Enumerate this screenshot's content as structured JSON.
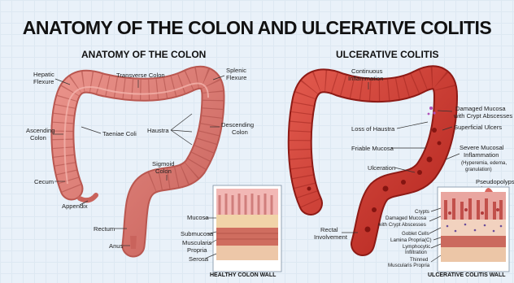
{
  "title": "ANATOMY OF THE COLON AND ULCERATIVE COLITIS",
  "left": {
    "heading": "ANATOMY OF THE COLON",
    "labels": {
      "hepatic": [
        "Hepatic",
        "Flexure"
      ],
      "transverse": "Transverse Colon",
      "splenic": [
        "Splenic",
        "Flexure"
      ],
      "ascending": [
        "Ascending",
        "Colon"
      ],
      "taeniae": "Taeniae Coli",
      "haustra": "Haustra",
      "descending": [
        "Descending",
        "Colon"
      ],
      "sigmoid": [
        "Sigmoid",
        "Colon"
      ],
      "cecum": "Cecum",
      "appendix": "Appendix",
      "rectum": "Rectum",
      "anus": "Anus"
    },
    "wall": {
      "caption": "HEALTHY COLON WALL",
      "layers": [
        "Mucosa",
        "Submucosa",
        [
          "Muscularis",
          "Propria"
        ],
        "Serosa"
      ]
    }
  },
  "right": {
    "heading": "ULCERATIVE COLITIS",
    "labels": {
      "continuous": [
        "Continuous",
        "Inflammation"
      ],
      "damaged": [
        "Damaged Mucosa",
        "with Crypt Abscesses"
      ],
      "loss": "Loss of Haustra",
      "superficial": "Superficial Ulcers",
      "friable": "Friable Mucosa",
      "ulceration": "Ulceration",
      "severe": [
        "Severe Mucosal",
        "Inflammation",
        "(Hyperemia, edema,",
        "granulation)"
      ],
      "pseudo": "Pseudopolyps",
      "rectal": [
        "Rectal",
        "Involvement"
      ]
    },
    "wall": {
      "caption": "ULCERATIVE COLITIS WALL",
      "layers": [
        "Crypts",
        [
          "Damaged Mucosa",
          "with Crypt Abscesses"
        ],
        "Goblet Cells",
        "Lamina Propria(C)",
        [
          "Lymphocytic",
          "Infiltration"
        ],
        [
          "Thinned",
          "Muscularis Propria"
        ]
      ]
    }
  }
}
